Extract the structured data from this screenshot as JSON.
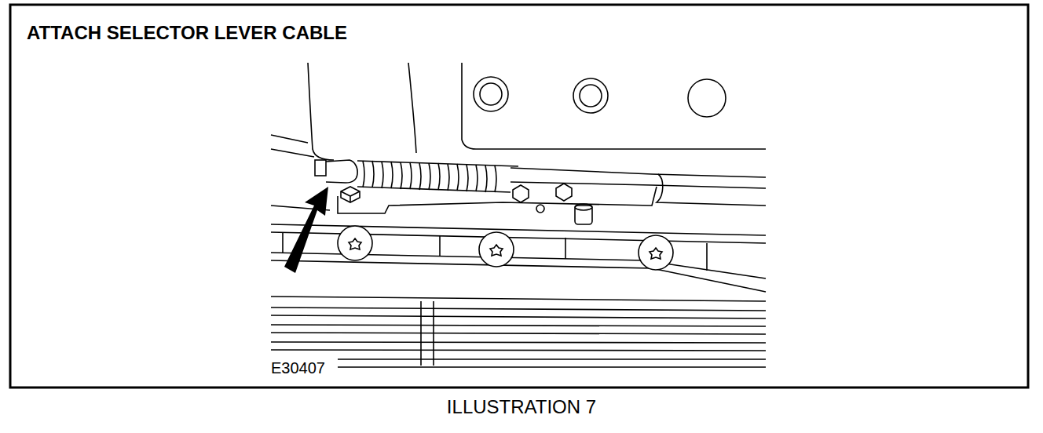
{
  "diagram": {
    "title": "ATTACH SELECTOR LEVER CABLE",
    "caption": "ILLUSTRATION 7",
    "labels": [
      "E30407"
    ]
  }
}
